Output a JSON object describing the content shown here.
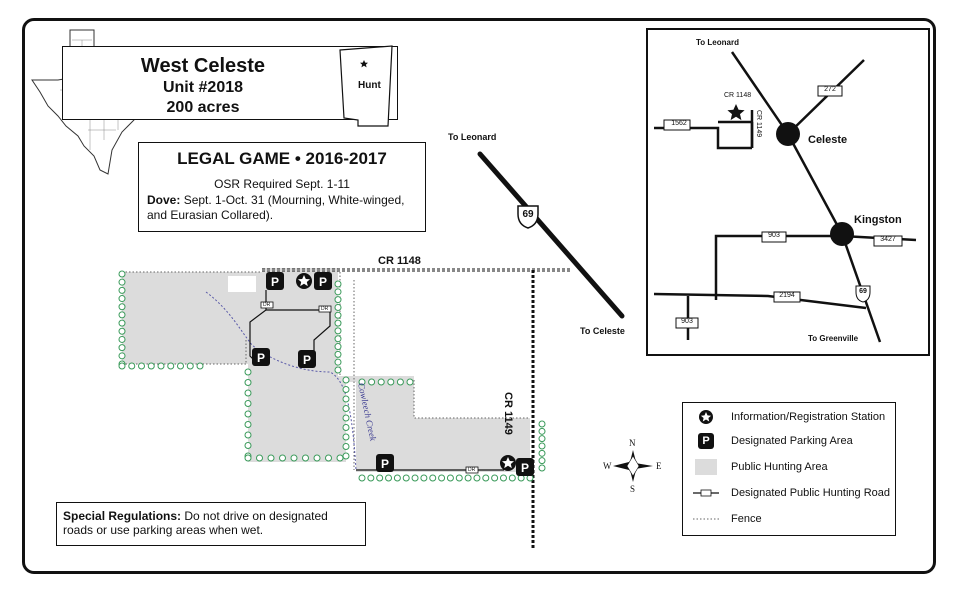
{
  "title": {
    "name": "West Celeste",
    "unit": "Unit #2018",
    "acres": "200 acres",
    "county": "Hunt"
  },
  "legal_game": {
    "heading": "LEGAL GAME • 2016-2017",
    "osr": "OSR Required Sept. 1-11",
    "dove_label": "Dove:",
    "dove_text": "Sept. 1-Oct. 31 (Mourning, White-winged,",
    "dove_text2": "and Eurasian Collared)."
  },
  "special": {
    "label": "Special Regulations:",
    "text1": "Do not drive on designated",
    "text2": "roads or use parking areas when wet."
  },
  "map_labels": {
    "to_leonard": "To Leonard",
    "to_celeste": "To Celeste",
    "hwy": "69",
    "cr1148": "CR 1148",
    "cr1149": "CR 1149",
    "creek": "Cowleech Creek",
    "dr": "DR",
    "parking": "P"
  },
  "inset": {
    "to_leonard": "To Leonard",
    "cr1148": "CR 1148",
    "cr1149": "CR 1149",
    "fm1562": "1562",
    "fm272": "272",
    "celeste": "Celeste",
    "kingston": "Kingston",
    "fm903": "903",
    "fm3427": "3427",
    "fm2194": "2194",
    "fm903b": "903",
    "hwy69": "69",
    "to_greenville": "To Greenville"
  },
  "compass": {
    "n": "N",
    "s": "S",
    "e": "E",
    "w": "W"
  },
  "legend": {
    "items": [
      {
        "symbol": "star-icon",
        "label": "Information/Registration Station"
      },
      {
        "symbol": "parking-icon",
        "label": "Designated Parking Area"
      },
      {
        "symbol": "hunting-area-swatch",
        "label": "Public Hunting Area"
      },
      {
        "symbol": "hunting-road-icon",
        "label": "Designated Public Hunting Road"
      },
      {
        "symbol": "fence-line-icon",
        "label": "Fence"
      }
    ]
  },
  "colors": {
    "hunting_area": "#dcdcdc",
    "tree_outline": "#3a9a5a",
    "creek": "#5a5aa8",
    "border": "#111111"
  }
}
